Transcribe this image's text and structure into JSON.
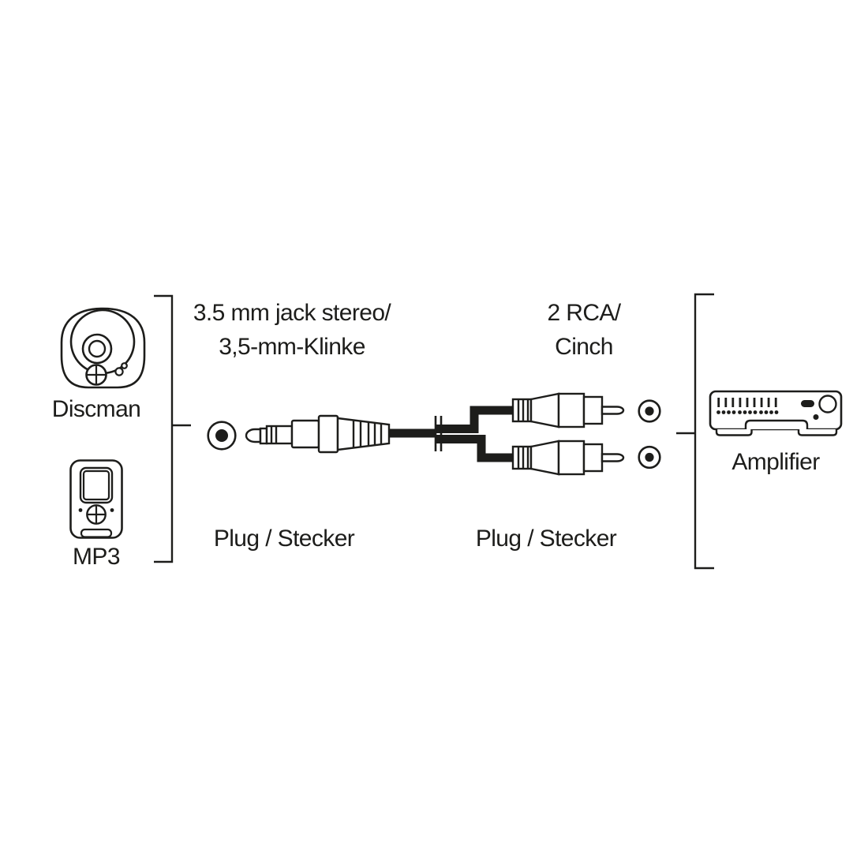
{
  "meta": {
    "background": "#ffffff",
    "ink": "#1d1d1b"
  },
  "source_devices": {
    "items": [
      {
        "icon": "discman-icon",
        "label": "Discman"
      },
      {
        "icon": "mp3-player-icon",
        "label": "MP3"
      }
    ]
  },
  "connector_left": {
    "type_line1": "3.5 mm jack stereo/",
    "type_line2": "3,5-mm-Klinke",
    "plug_label": "Plug / Stecker"
  },
  "connector_right": {
    "type_line1": "2 RCA/",
    "type_line2": "Cinch",
    "plug_label": "Plug / Stecker"
  },
  "target_devices": {
    "items": [
      {
        "icon": "amplifier-icon",
        "label": "Amplifier"
      }
    ]
  }
}
